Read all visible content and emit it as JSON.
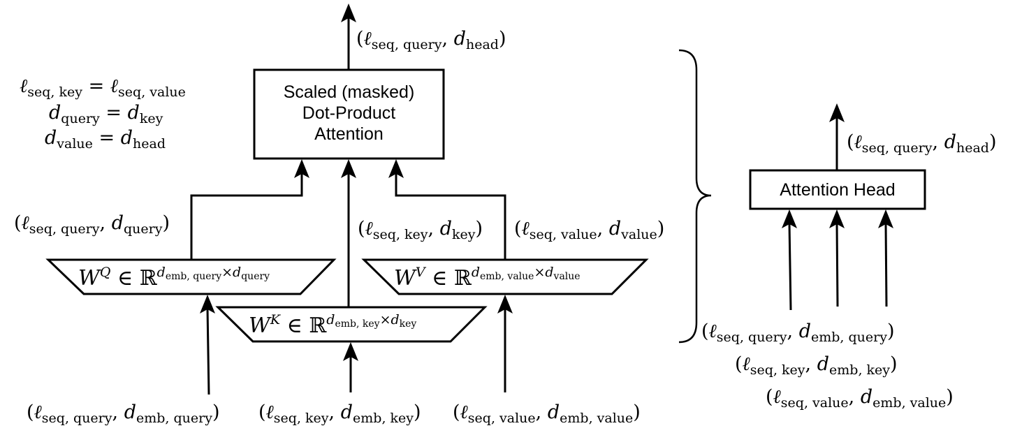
{
  "diagram": {
    "title": "Attention head internals",
    "colors": {
      "stroke": "#000000",
      "background": "#ffffff"
    },
    "constraints": {
      "line1": {
        "lhs_sym": "ℓ",
        "lhs_sub": "seq, key",
        "op": "=",
        "rhs_sym": "ℓ",
        "rhs_sub": "seq, value"
      },
      "line2": {
        "lhs_sym": "d",
        "lhs_sub": "query",
        "op": "=",
        "rhs_sym": "d",
        "rhs_sub": "key"
      },
      "line3": {
        "lhs_sym": "d",
        "lhs_sub": "value",
        "op": "=",
        "rhs_sym": "d",
        "rhs_sub": "head"
      }
    },
    "sdpa_box": {
      "line1": "Scaled (masked)",
      "line2": "Dot-Product",
      "line3": "Attention"
    },
    "sdpa_output": {
      "a_sub": "seq, query",
      "b_sub": "head"
    },
    "query_branch": {
      "proj_symbol": "W",
      "proj_sup": "Q",
      "in_symbol": "∈ ℝ",
      "dim_a_sub": "emb, query",
      "dim_b_sub": "query",
      "proj_output": {
        "a_sub": "seq, query",
        "b_sub": "query"
      },
      "input": {
        "a_sub": "seq, query",
        "b_sub": "emb, query"
      }
    },
    "key_branch": {
      "proj_symbol": "W",
      "proj_sup": "K",
      "in_symbol": "∈ ℝ",
      "dim_a_sub": "emb, key",
      "dim_b_sub": "key",
      "proj_output": {
        "a_sub": "seq, key",
        "b_sub": "key"
      },
      "input": {
        "a_sub": "seq, key",
        "b_sub": "emb, key"
      }
    },
    "value_branch": {
      "proj_symbol": "W",
      "proj_sup": "V",
      "in_symbol": "∈ ℝ",
      "dim_a_sub": "emb, value",
      "dim_b_sub": "value",
      "proj_output": {
        "a_sub": "seq, value",
        "b_sub": "value"
      },
      "input": {
        "a_sub": "seq, value",
        "b_sub": "emb, value"
      }
    },
    "head_summary": {
      "box_label": "Attention Head",
      "output": {
        "a_sub": "seq, query",
        "b_sub": "head"
      },
      "inputs": [
        {
          "a_sub": "seq, query",
          "b_sub": "emb, query"
        },
        {
          "a_sub": "seq, key",
          "b_sub": "emb, key"
        },
        {
          "a_sub": "seq, value",
          "b_sub": "emb, value"
        }
      ]
    },
    "symbols": {
      "ell": "ℓ",
      "d": "d",
      "times": "×",
      "lparen": "(",
      "rparen": ")",
      "comma": ",",
      "space_eq": " = "
    }
  }
}
